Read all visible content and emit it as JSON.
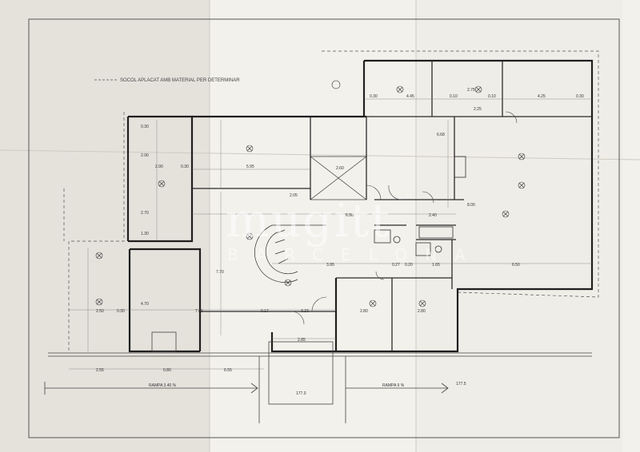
{
  "plan": {
    "note": "SOCOL APLACAT AMB MATERIAL PER DETERMINAR",
    "ramp_left": "RAMPA 3.40 %",
    "ramp_right": "RAMPA 9 %",
    "level_left": "177.0",
    "level_right": "177.5",
    "dimensions": [
      "0.30",
      "4.45",
      "0.10",
      "2.75",
      "0.10",
      "4.25",
      "0.30",
      "5.95",
      "2.60",
      "2.90",
      "0.30",
      "2.05",
      "6.90",
      "2.40",
      "3.95",
      "6.50",
      "7.05",
      "0.17",
      "3.23",
      "2.80",
      "2.80",
      "2.50",
      "0.30",
      "2.85",
      "1.65",
      "0.27",
      "0.20",
      "0.80",
      "6.55",
      "2.55",
      "2.90",
      "0.30",
      "4.70",
      "7.70",
      "6.68",
      "2.25",
      "8.00",
      "2.70",
      "1.30"
    ]
  },
  "watermark": {
    "main": "mugitt",
    "sub": "BARCELONA"
  }
}
